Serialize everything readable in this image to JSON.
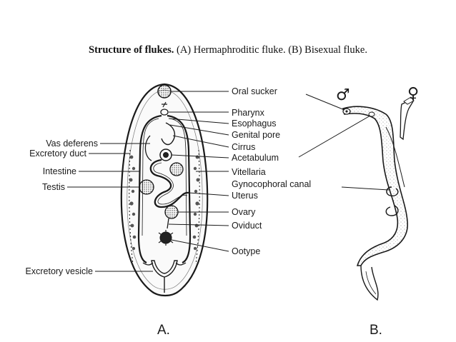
{
  "caption": {
    "bold": "Structure of flukes.",
    "rest": " (A) Hermaphroditic fluke. (B) Bisexual fluke."
  },
  "figure_a": {
    "panel_label": "A.",
    "left_labels": {
      "vas_deferens": "Vas deferens",
      "excretory_duct": "Excretory duct",
      "intestine": "Intestine",
      "testis": "Testis",
      "excretory_vesicle": "Excretory vesicle"
    },
    "right_labels": {
      "oral_sucker": "Oral sucker",
      "pharynx": "Pharynx",
      "esophagus": "Esophagus",
      "genital_pore": "Genital pore",
      "cirrus": "Cirrus",
      "acetabulum": "Acetabulum",
      "vitellaria": "Vitellaria",
      "gynocophoral_canal": "Gynocophoral canal",
      "uterus": "Uterus",
      "ovary": "Ovary",
      "oviduct": "Oviduct",
      "ootype": "Ootype"
    }
  },
  "figure_b": {
    "panel_label": "B.",
    "male_symbol": "♂",
    "female_symbol": "♀"
  },
  "colors": {
    "ink": "#1a1a1a",
    "stipple": "#cfcfcf",
    "background": "#ffffff"
  }
}
